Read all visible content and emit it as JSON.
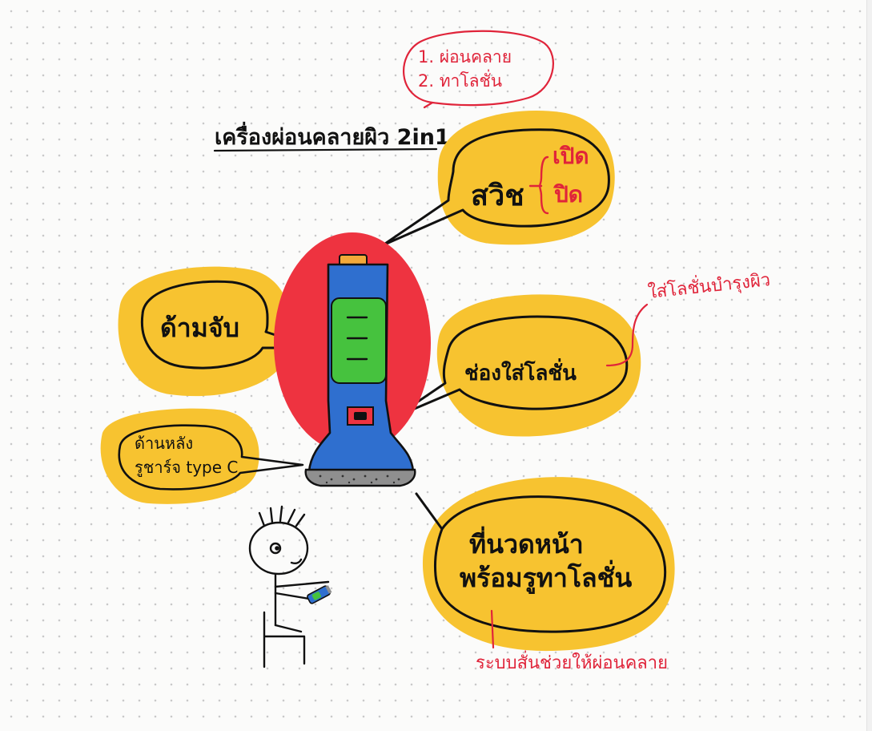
{
  "title": "เครื่องผ่อนคลายผิว 2in1",
  "functions_note": {
    "line1": "1. ผ่อนคลาย",
    "line2": "2. ทาโลชั่น"
  },
  "switch_bubble": {
    "label": "สวิช",
    "option_on": "เปิด",
    "option_off": "ปิด"
  },
  "handle_bubble": {
    "label": "ด้ามจับ"
  },
  "lotion_slot_bubble": {
    "label": "ช่องใส่โลชั่น",
    "annotation": "ใส่โลชั่นบำรุงผิว"
  },
  "back_bubble": {
    "line1": "ด้านหลัง",
    "line2": "รูชาร์จ type C"
  },
  "roller_bubble": {
    "line1": "ที่นวดหน้า",
    "line2": "พร้อมรูทาโลชั่น",
    "annotation": "ระบบสั่นช่วยให้ผ่อนคลาย"
  },
  "colors": {
    "bubble_yellow": "#f7c330",
    "device_blue": "#2f6fcf",
    "device_green": "#46c23e",
    "device_red_glow": "#ee3340",
    "device_top": "#f2a93a",
    "roller_gray": "#8f8f8f",
    "ink_black": "#111111",
    "ink_red": "#e0243a"
  }
}
